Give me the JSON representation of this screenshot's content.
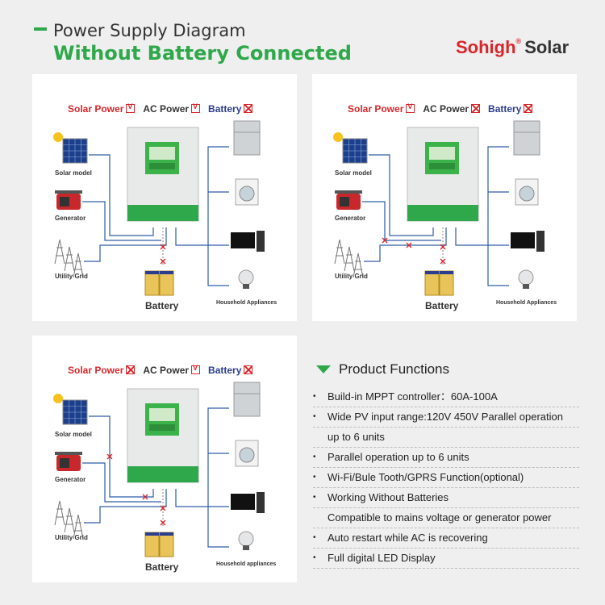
{
  "header": {
    "title_line1": "Power Supply Diagram",
    "title_line2": "Without Battery Connected"
  },
  "logo": {
    "brand": "Sohigh",
    "reg": "®",
    "suffix": "Solar"
  },
  "colors": {
    "accent_green": "#2ea84a",
    "brand_red": "#d9262b",
    "battery_blue": "#2b3d8f",
    "line_blue": "#2d5ca8"
  },
  "diagrams": [
    {
      "legend": {
        "solar": "Solar Power",
        "solar_mark": "check",
        "ac": "AC Power",
        "ac_mark": "check",
        "battery": "Battery",
        "battery_mark": "cross"
      },
      "labels": {
        "solar": "Solar model",
        "generator": "Generator",
        "grid": "Utility Grid",
        "battery": "Battery",
        "appliances": "Household Appliances"
      }
    },
    {
      "legend": {
        "solar": "Solar Power",
        "solar_mark": "check",
        "ac": "AC Power",
        "ac_mark": "cross",
        "battery": "Battery",
        "battery_mark": "cross"
      },
      "labels": {
        "solar": "Solar model",
        "generator": "Generator",
        "grid": "Utility Grid",
        "battery": "Battery",
        "appliances": "Household Appliances"
      }
    },
    {
      "legend": {
        "solar": "Solar Power",
        "solar_mark": "cross",
        "ac": "AC Power",
        "ac_mark": "check",
        "battery": "Battery",
        "battery_mark": "cross"
      },
      "labels": {
        "solar": "Solar model",
        "generator": "Generator",
        "grid": "Utility Grid",
        "battery": "Battery",
        "appliances": "Household appliances"
      }
    }
  ],
  "functions": {
    "title": "Product Functions",
    "items": [
      {
        "text": "Build-in MPPT controller：60A-100A",
        "bullet": true
      },
      {
        "text": "Wide PV input range:120V 450V Parallel operation",
        "bullet": true
      },
      {
        "text": "up to 6 units",
        "bullet": false
      },
      {
        "text": "Parallel operation up to 6 units",
        "bullet": true
      },
      {
        "text": "Wi-Fi/Bule Tooth/GPRS Function(optional)",
        "bullet": true
      },
      {
        "text": "Working Without Batteries",
        "bullet": true
      },
      {
        "text": "Compatible to mains voltage or generator power",
        "bullet": false
      },
      {
        "text": "Auto restart while AC is recovering",
        "bullet": true
      },
      {
        "text": "Full digital LED Display",
        "bullet": true
      }
    ]
  }
}
